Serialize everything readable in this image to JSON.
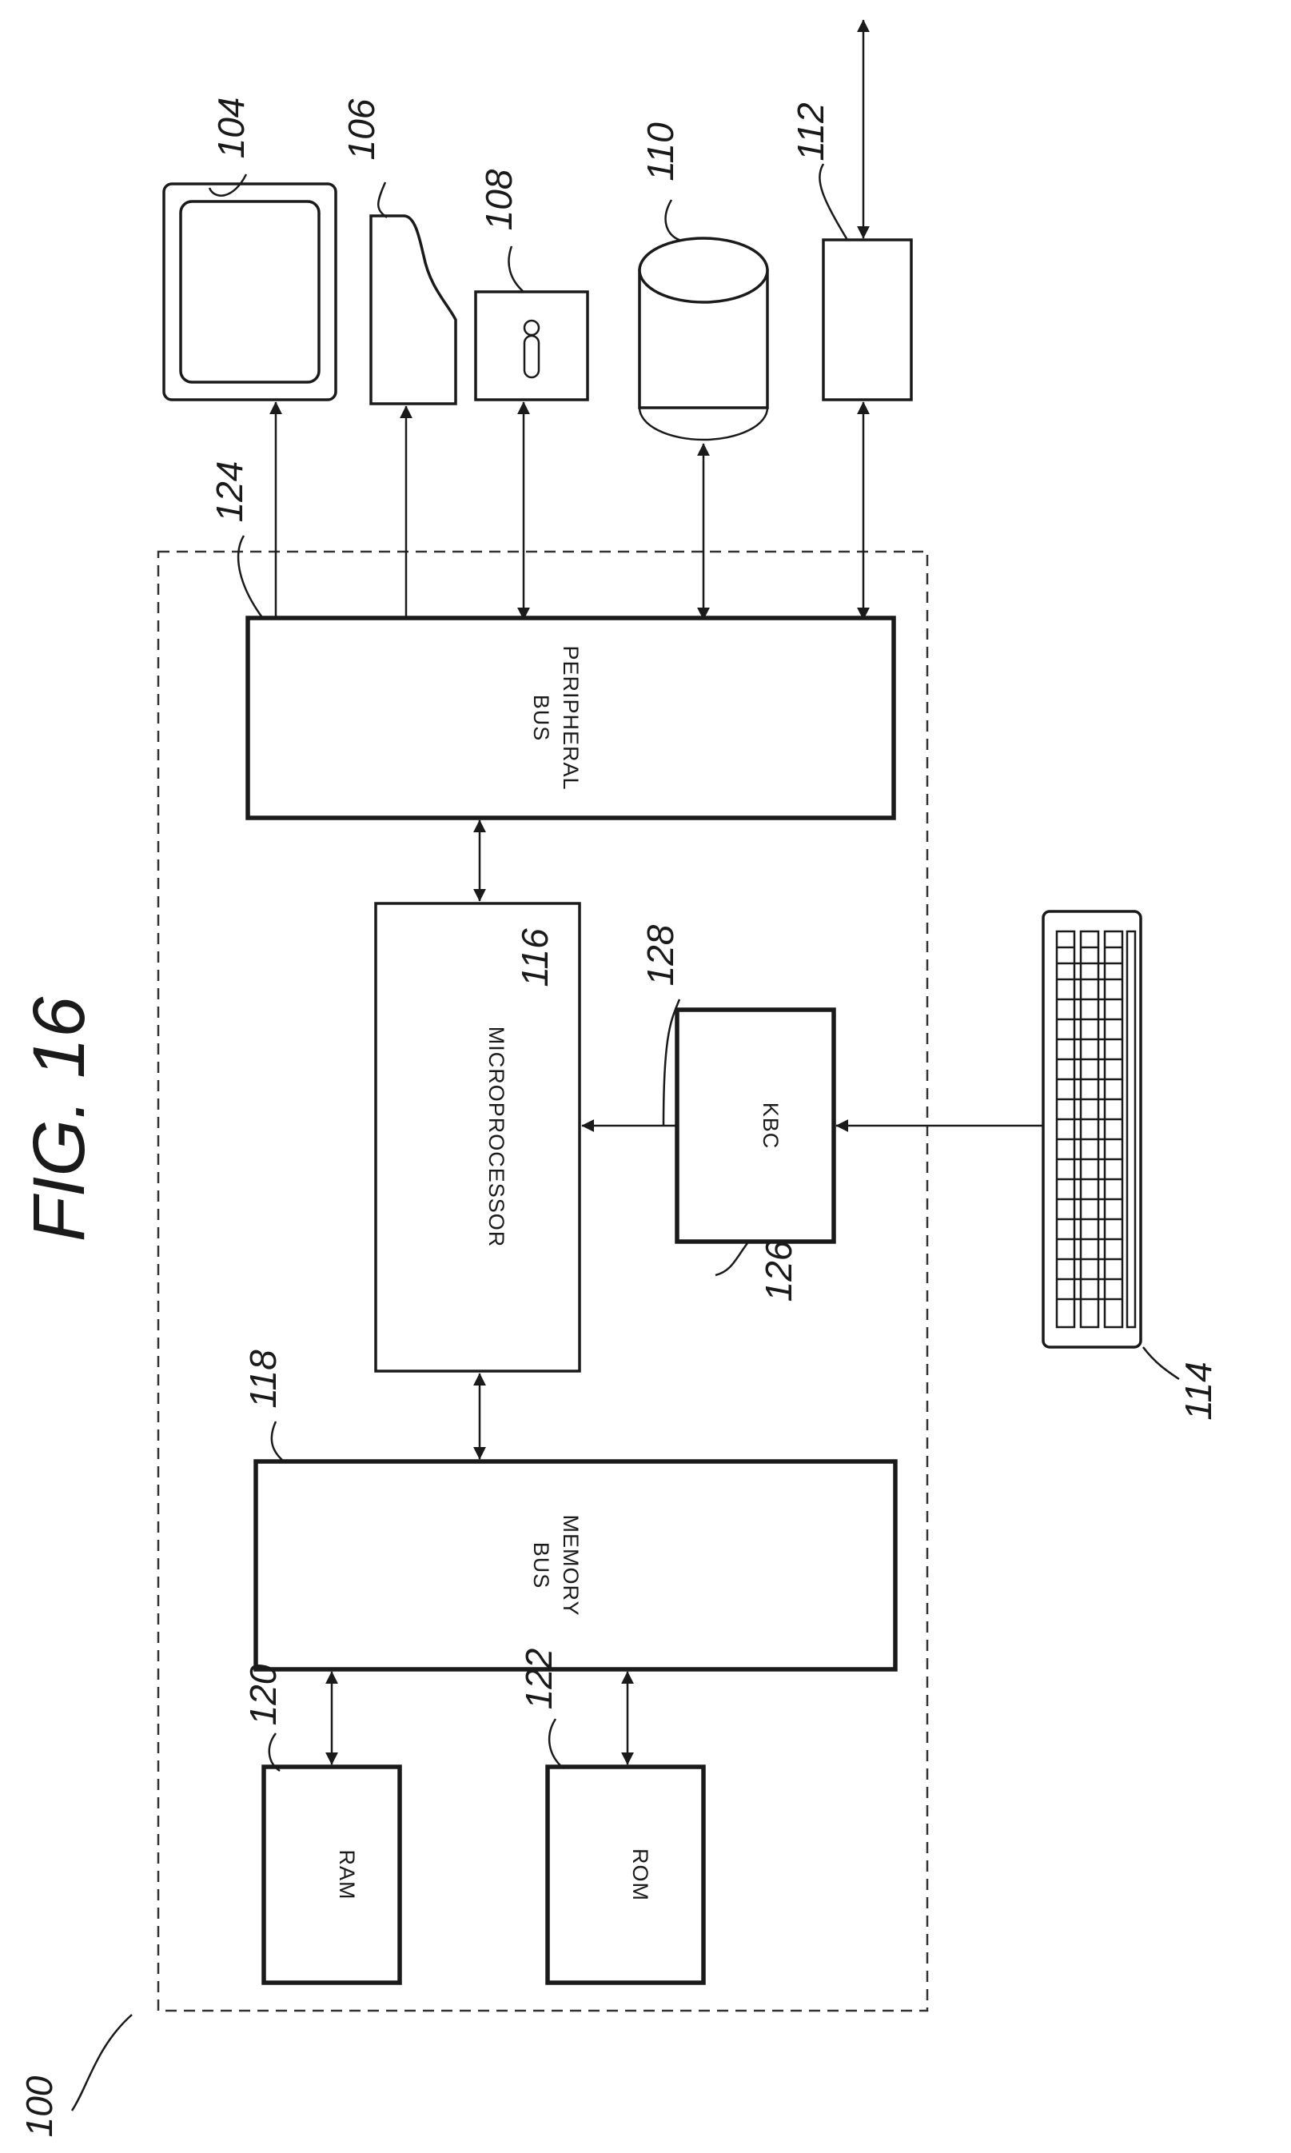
{
  "figure": {
    "title": "FIG. 16"
  },
  "system": {
    "ref": "100"
  },
  "blocks": {
    "monitor": {
      "ref": "104"
    },
    "printer": {
      "ref": "106"
    },
    "floppy": {
      "ref": "108"
    },
    "disk": {
      "ref": "110"
    },
    "network": {
      "ref": "112"
    },
    "keyboard": {
      "ref": "114"
    },
    "microprocessor": {
      "ref": "116",
      "label": "MICROPROCESSOR"
    },
    "memory_bus": {
      "ref": "118",
      "label_line1": "MEMORY",
      "label_line2": "BUS"
    },
    "ram": {
      "ref": "120",
      "label": "RAM"
    },
    "rom": {
      "ref": "122",
      "label": "ROM"
    },
    "peripheral_bus": {
      "ref": "124",
      "label_line1": "PERIPHERAL",
      "label_line2": "BUS"
    },
    "kbc": {
      "ref": "126",
      "label": "KBC"
    },
    "kbc_link": {
      "ref": "128"
    }
  },
  "colors": {
    "ink": "#1a1a1a",
    "paper": "#ffffff"
  }
}
